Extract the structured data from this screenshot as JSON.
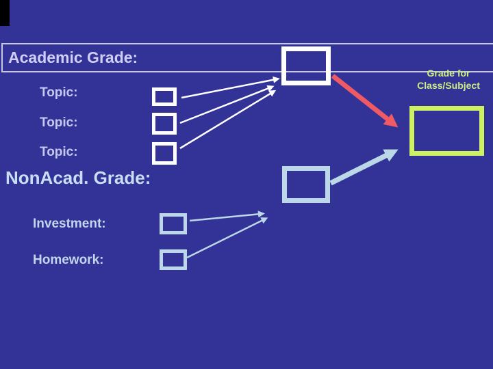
{
  "slide": {
    "academic_section": {
      "title": "Academic Grade:",
      "topics": [
        "Topic:",
        "Topic:",
        "Topic:"
      ]
    },
    "nonacademic_section": {
      "title": "NonAcad. Grade:",
      "items": [
        "Investment:",
        "Homework:"
      ]
    },
    "result": {
      "label_line1": "Grade for",
      "label_line2": "Class/Subject"
    },
    "colors": {
      "background": "#333397",
      "banner_border": "#c9c9dd",
      "academic_title_text": "#cfcff5",
      "label_text": "#c5c9f0",
      "nonacad_title_text": "#c9def2",
      "nonacad_accent": "#bcd8e8",
      "academic_accent": "#ffffff",
      "result_accent": "#cdf161",
      "result_text": "#c9ef7e",
      "emphasis_arrow_red": "#ef5a64"
    }
  }
}
